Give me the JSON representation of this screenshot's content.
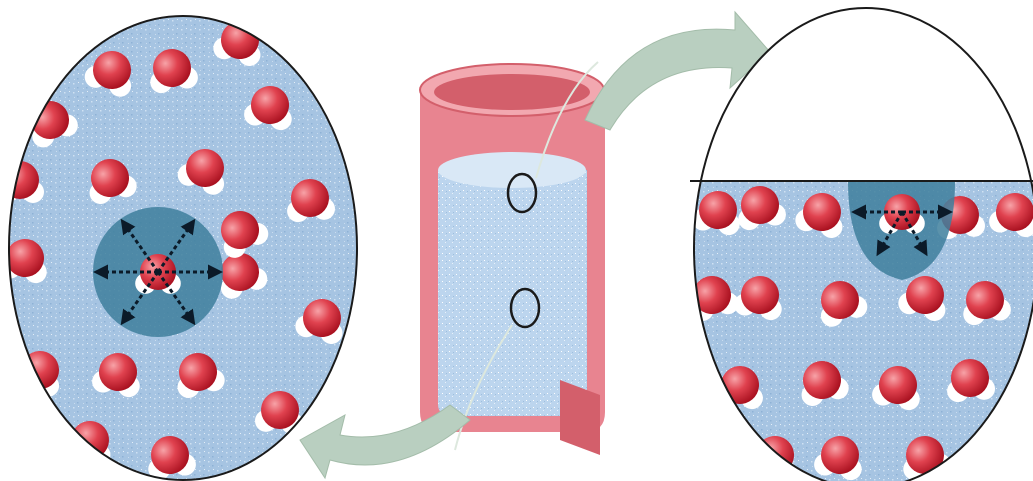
{
  "colors": {
    "background": "#ffffff",
    "water": "#a6c4e2",
    "water_dots": "#c9dcef",
    "molecule_oxygen": "#d9303f",
    "molecule_oxygen_highlight": "#f7a3a8",
    "molecule_hydrogen": "#ffffff",
    "cohesion_halo": "#3e7f9c",
    "force_arrow": "#0b1a28",
    "beaker_wall": "#e88490",
    "beaker_wall_dark": "#d35f6b",
    "beaker_water": "#bcd5ee",
    "curved_arrow": "#b9cfc0",
    "outline": "#1a1a1a"
  },
  "icons": {
    "bulk_zoom": "water-molecule-interior-zoom",
    "surface_zoom": "water-molecule-surface-zoom",
    "container": "cut-away-beaker-of-water",
    "pointer_arrows": "curved-pointer-arrow",
    "force_arrows": "intermolecular-force-arrow"
  }
}
